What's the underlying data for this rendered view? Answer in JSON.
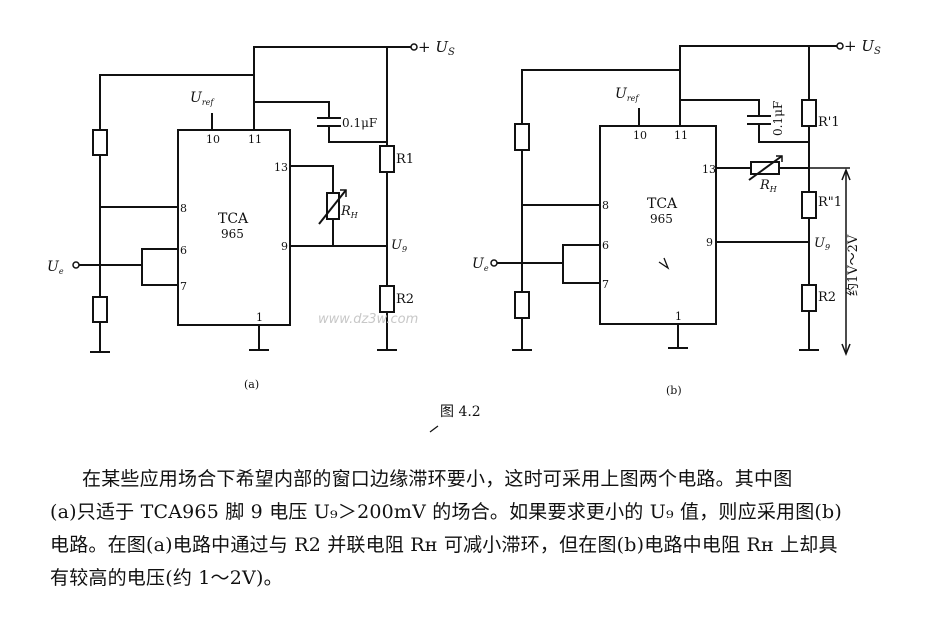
{
  "supply_label": "+ U",
  "supply_sub": "S",
  "ref_label": "U",
  "ref_sub": "ref",
  "chip_name": "TCA",
  "chip_model": "965",
  "pins": {
    "p10": "10",
    "p11": "11",
    "p13": "13",
    "p8": "8",
    "p6": "6",
    "p7": "7",
    "p9": "9",
    "p1": "1"
  },
  "capacitor": "0.1μF",
  "r1_label": "R1",
  "r1_prime": "R'1",
  "r1_double_prime": "R\"1",
  "r2_label": "R2",
  "rh_label": "R",
  "rh_sub": "H",
  "u9_label": "U",
  "u9_sub": "9",
  "ue_label": "U",
  "ue_sub": "e",
  "voltage_note": "约1V～2V",
  "caption_a": "(a)",
  "caption_b": "(b)",
  "figure_caption": "图 4.2",
  "watermark": "www.dz3w.com",
  "paragraph_lines": [
    "在某些应用场合下希望内部的窗口边缘滞环要小，这时可采用上图两个电路。其中图",
    "(a)只适于 TCA965 脚 9 电压 U₉＞200mV 的场合。如果要求更小的 U₉ 值，则应采用图(b)",
    "电路。在图(a)电路中通过与 R2 并联电阻 Rн 可减小滞环，但在图(b)电路中电阻 Rн 上却具",
    "有较高的电压(约 1～2V)。"
  ]
}
